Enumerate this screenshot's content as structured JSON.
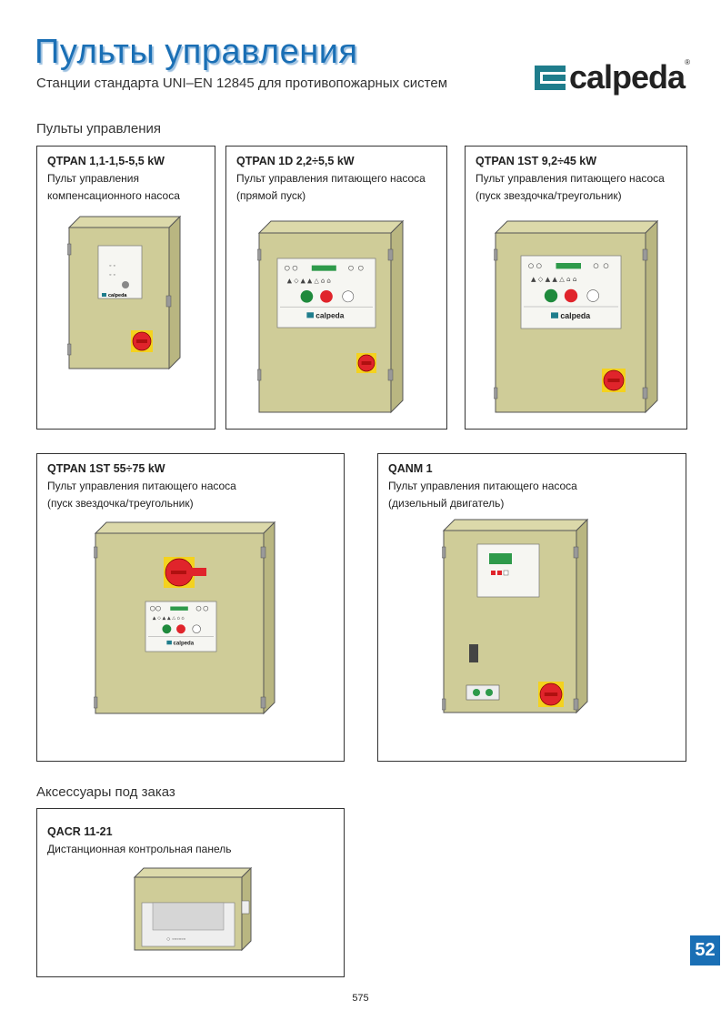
{
  "header": {
    "title": "Пульты управления",
    "subtitle": "Станции стандарта UNI–EN 12845 для противопожарных систем",
    "logo_text": "calpeda",
    "logo_registered": "®"
  },
  "sections": {
    "panels": "Пульты управления",
    "accessories": "Аксессуары под заказ"
  },
  "products": [
    {
      "model": "QTPAN  1,1-1,5-5,5 kW",
      "lines": [
        "Пульт управления",
        "компенсационного насоса"
      ]
    },
    {
      "model": "QTPAN 1D    2,2÷5,5 kW",
      "lines": [
        "Пульт управления питающего насоса",
        "(прямой пуск)"
      ]
    },
    {
      "model": "QTPAN 1ST    9,2÷45 kW",
      "lines": [
        "Пульт управления питающего насоса",
        "(пуск звездочка/треугольник)"
      ]
    },
    {
      "model": "QTPAN 1ST    55÷75 kW",
      "lines": [
        "Пульт управления питающего насоса",
        "(пуск звездочка/треугольник)"
      ]
    },
    {
      "model": "QANM 1",
      "lines": [
        "Пульт управления питающего насоса",
        "(дизельный двигатель)"
      ]
    },
    {
      "model": "QACR 11-21",
      "lines": [
        "Дистанционная контрольная панель"
      ]
    }
  ],
  "panel_brand": "calpeda",
  "page_number": "52",
  "folio": "575",
  "colors": {
    "accent": "#1a6fb5",
    "cabinet": "#cfcc98",
    "switch_red": "#e0242b",
    "switch_yellow": "#f4d21e"
  }
}
